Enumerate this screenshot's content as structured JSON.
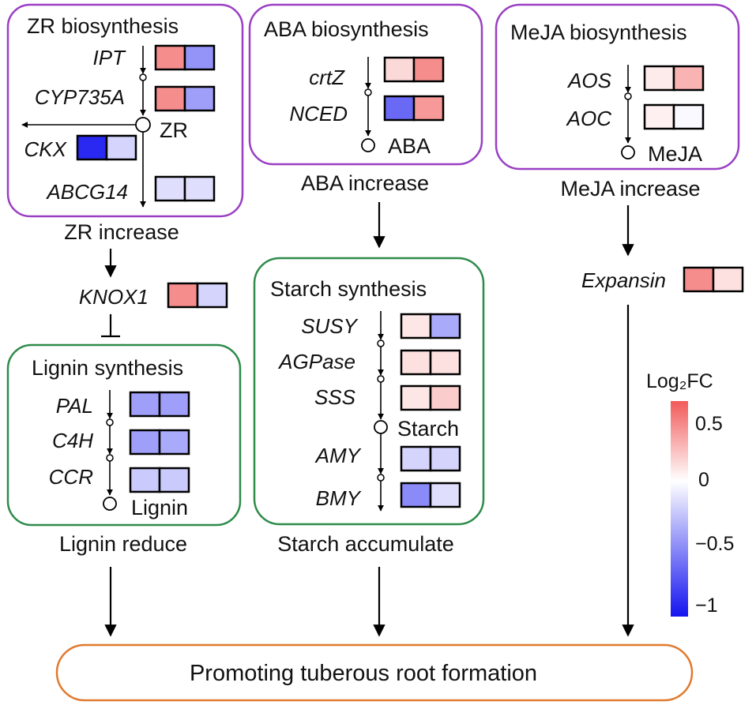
{
  "colors": {
    "purple_box": "#9a3fc4",
    "green_box": "#2e8b4a",
    "orange_box": "#e07a2e",
    "scale_high": "#f25a5a",
    "scale_mid": "#ffffff",
    "scale_low": "#1414f0"
  },
  "boxes": {
    "zr": {
      "title": "ZR biosynthesis",
      "genes": [
        {
          "name": "IPT",
          "values": [
            0.45,
            -0.5
          ]
        },
        {
          "name": "CYP735A",
          "values": [
            0.45,
            -0.45
          ]
        },
        {
          "name": "CKX",
          "values": [
            -1.0,
            -0.2
          ]
        },
        {
          "name": "ABCG14",
          "values": [
            -0.15,
            -0.15
          ]
        }
      ],
      "product": "ZR",
      "outcome": "ZR increase"
    },
    "aba": {
      "title": "ABA biosynthesis",
      "genes": [
        {
          "name": "crtZ",
          "values": [
            0.15,
            0.45
          ]
        },
        {
          "name": "NCED",
          "values": [
            -0.7,
            0.4
          ]
        }
      ],
      "product": "ABA",
      "outcome": "ABA increase"
    },
    "meja": {
      "title": "MeJA biosynthesis",
      "genes": [
        {
          "name": "AOS",
          "values": [
            0.08,
            0.3
          ]
        },
        {
          "name": "AOC",
          "values": [
            0.06,
            -0.03
          ]
        }
      ],
      "product": "MeJA",
      "outcome": "MeJA increase"
    },
    "lignin": {
      "title": "Lignin synthesis",
      "genes": [
        {
          "name": "PAL",
          "values": [
            -0.45,
            -0.45
          ]
        },
        {
          "name": "C4H",
          "values": [
            -0.45,
            -0.4
          ]
        },
        {
          "name": "CCR",
          "values": [
            -0.25,
            -0.25
          ]
        }
      ],
      "product": "Lignin",
      "outcome": "Lignin reduce"
    },
    "starch": {
      "title": "Starch synthesis",
      "genes": [
        {
          "name": "SUSY",
          "values": [
            0.1,
            -0.4
          ]
        },
        {
          "name": "AGPase",
          "values": [
            0.12,
            0.12
          ]
        },
        {
          "name": "SSS",
          "values": [
            0.1,
            0.2
          ]
        },
        {
          "name": "AMY",
          "values": [
            -0.2,
            -0.2
          ]
        },
        {
          "name": "BMY",
          "values": [
            -0.55,
            -0.15
          ]
        }
      ],
      "product": "Starch",
      "outcome": "Starch accumulate"
    }
  },
  "knox": {
    "name": "KNOX1",
    "values": [
      0.45,
      -0.2
    ]
  },
  "expansin": {
    "name": "Expansin",
    "values": [
      0.45,
      0.12
    ]
  },
  "final": "Promoting tuberous root formation",
  "legend": {
    "title": "Log₂FC",
    "ticks": [
      "0.5",
      "0",
      "−0.5",
      "−1"
    ],
    "min": -1.1,
    "max": 0.65
  }
}
